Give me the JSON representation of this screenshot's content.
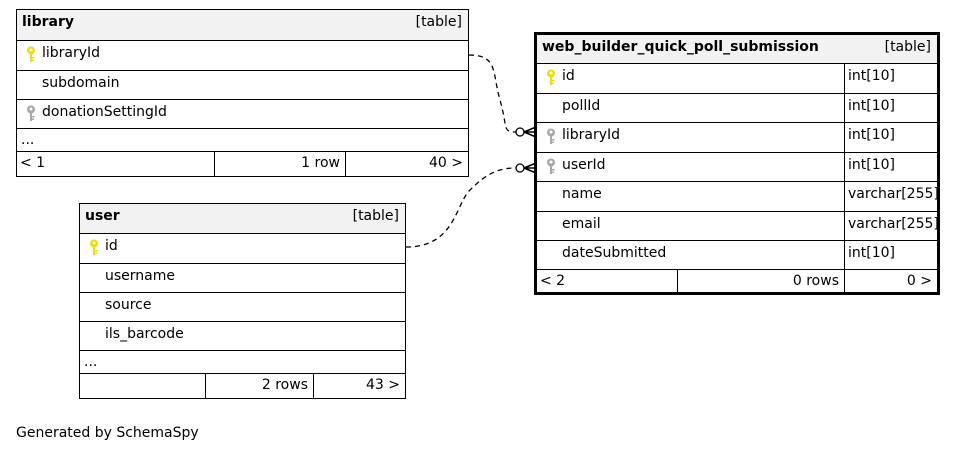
{
  "tables": {
    "library": {
      "name": "library",
      "type": "[table]",
      "columns": [
        {
          "name": "libraryId",
          "icon": "primary-key-icon"
        },
        {
          "name": "subdomain",
          "icon": ""
        },
        {
          "name": "donationSettingId",
          "icon": "foreign-key-icon"
        }
      ],
      "more": "...",
      "footer": {
        "parents": "< 1",
        "rows": "1 row",
        "children": "40 >"
      }
    },
    "user": {
      "name": "user",
      "type": "[table]",
      "columns": [
        {
          "name": "id",
          "icon": "primary-key-icon"
        },
        {
          "name": "username",
          "icon": ""
        },
        {
          "name": "source",
          "icon": ""
        },
        {
          "name": "ils_barcode",
          "icon": ""
        }
      ],
      "more": "...",
      "footer": {
        "parents": "",
        "rows": "2 rows",
        "children": "43 >"
      }
    },
    "web_builder_quick_poll_submission": {
      "name": "web_builder_quick_poll_submission",
      "type": "[table]",
      "columns": [
        {
          "name": "id",
          "datatype": "int[10]",
          "icon": "primary-key-icon"
        },
        {
          "name": "pollId",
          "datatype": "int[10]",
          "icon": ""
        },
        {
          "name": "libraryId",
          "datatype": "int[10]",
          "icon": "foreign-key-icon"
        },
        {
          "name": "userId",
          "datatype": "int[10]",
          "icon": "foreign-key-icon"
        },
        {
          "name": "name",
          "datatype": "varchar[255]",
          "icon": ""
        },
        {
          "name": "email",
          "datatype": "varchar[255]",
          "icon": ""
        },
        {
          "name": "dateSubmitted",
          "datatype": "int[10]",
          "icon": ""
        }
      ],
      "footer": {
        "parents": "< 2",
        "rows": "0 rows",
        "children": "0 >"
      }
    }
  },
  "relationships": [
    {
      "from": "web_builder_quick_poll_submission.libraryId",
      "to": "library.libraryId",
      "style": "dashed"
    },
    {
      "from": "web_builder_quick_poll_submission.userId",
      "to": "user.id",
      "style": "dashed"
    }
  ],
  "credit": "Generated by SchemaSpy",
  "colors": {
    "primary_key": "#f0e000",
    "foreign_key": "#a8a8a8",
    "header_bg": "#f2f2f2"
  }
}
